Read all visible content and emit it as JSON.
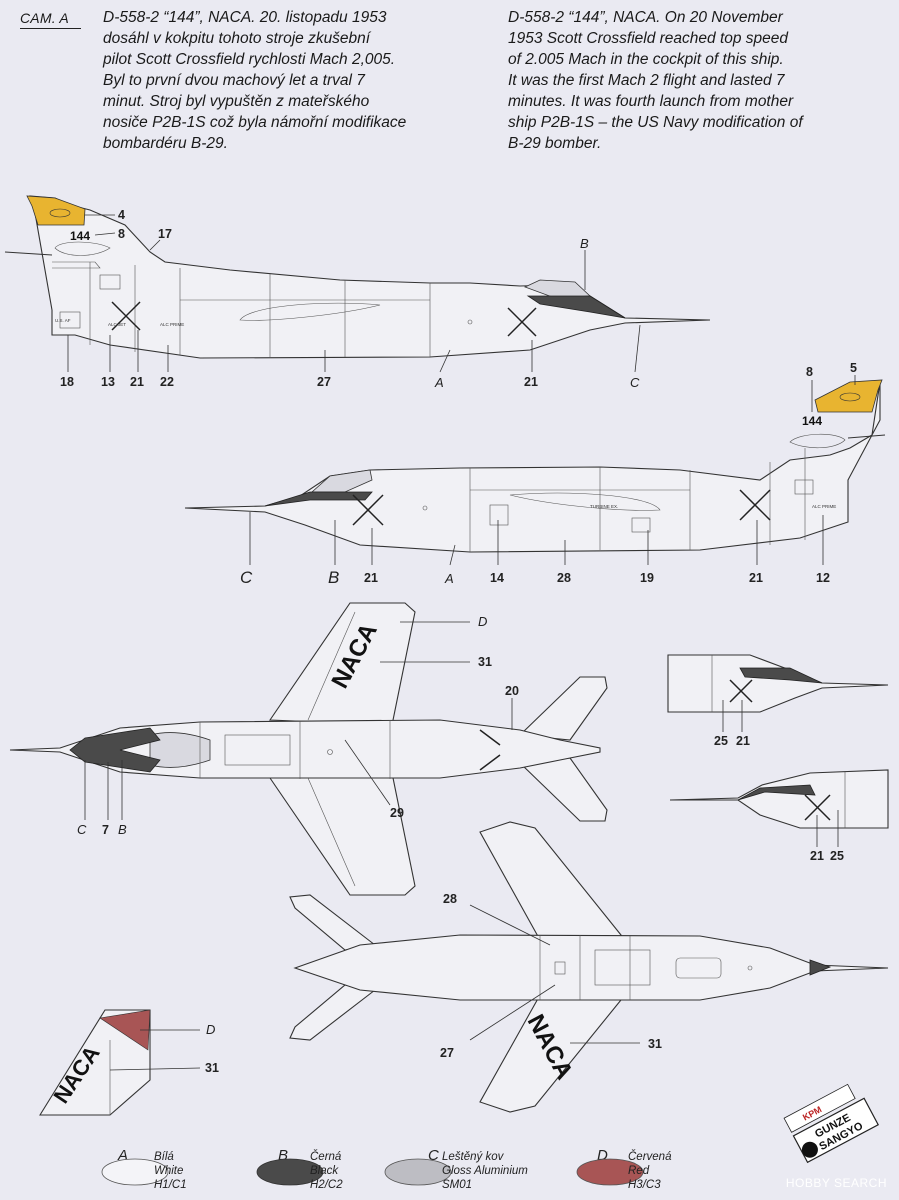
{
  "header": {
    "badge": "CAM. A",
    "text_cz": "D-558-2 “144”, NACA. 20. listopadu 1953\ndosáhl v kokpitu tohoto stroje zkušební\npilot Scott Crossfield rychlosti Mach 2,005.\nByl to první dvou machový let a trval 7\nminut. Stroj byl vypuštěn z mateřského\nnosiče P2B-1S což byla námořní modifikace\nbombardéru B-29.",
    "text_en": "D-558-2 “144”, NACA. On 20 November\n1953 Scott Crossfield reached top speed\nof 2.005 Mach in the cockpit of this ship.\nIt was the first Mach 2 flight and lasted 7\nminutes. It was fourth launch from mother\nship P2B-1S – the US Navy modification of\nB-29 bomber."
  },
  "markings": {
    "tail_number": "144",
    "naca": "NACA",
    "stencil_us": "U.S. AF",
    "stencil_alc": "ALC JET",
    "stencil_alc2": "ALC PRIME",
    "stencil_turbine": "TURBINE EX."
  },
  "callouts": {
    "side1": {
      "n4": "4",
      "n8": "8",
      "n17": "17",
      "n18": "18",
      "n13": "13",
      "n21a": "21",
      "n22": "22",
      "n27": "27",
      "lA": "A",
      "n21b": "21",
      "lB": "B",
      "lC": "C"
    },
    "side2": {
      "n8": "8",
      "n5": "5",
      "lC": "C",
      "lB": "B",
      "n21a": "21",
      "lA": "A",
      "n14": "14",
      "n28": "28",
      "n19": "19",
      "n21b": "21",
      "n12": "12"
    },
    "top": {
      "lD": "D",
      "n31": "31",
      "n20": "20",
      "n29": "29",
      "lC": "C",
      "n7": "7",
      "lB": "B"
    },
    "bottom": {
      "n28": "28",
      "n27": "27",
      "n31": "31"
    },
    "nose_r": {
      "n25": "25",
      "n21": "21"
    },
    "nose_l": {
      "n21": "21",
      "n25": "25"
    },
    "fin": {
      "lD": "D",
      "n31": "31"
    }
  },
  "legend": [
    {
      "letter": "A",
      "line1": "Bílá",
      "line2": "White",
      "line3": "H1/C1",
      "color": "#f4f4f8"
    },
    {
      "letter": "B",
      "line1": "Černá",
      "line2": "Black",
      "line3": "H2/C2",
      "color": "#4a4a4a"
    },
    {
      "letter": "C",
      "line1": "Leštěný kov",
      "line2": "Gloss Aluminium",
      "line3": "SM01",
      "color": "#bdbdc3"
    },
    {
      "letter": "D",
      "line1": "Červená",
      "line2": "Red",
      "line3": "H3/C3",
      "color": "#a85555"
    }
  ],
  "colors": {
    "yellow": "#e8b430",
    "red": "#a85555",
    "dark": "#4a4a4a"
  },
  "brand": {
    "kpm": "KPM",
    "gunze1": "GUNZE",
    "gunze2": "SANGYO",
    "hobby": "HOBBY SEARCH"
  }
}
